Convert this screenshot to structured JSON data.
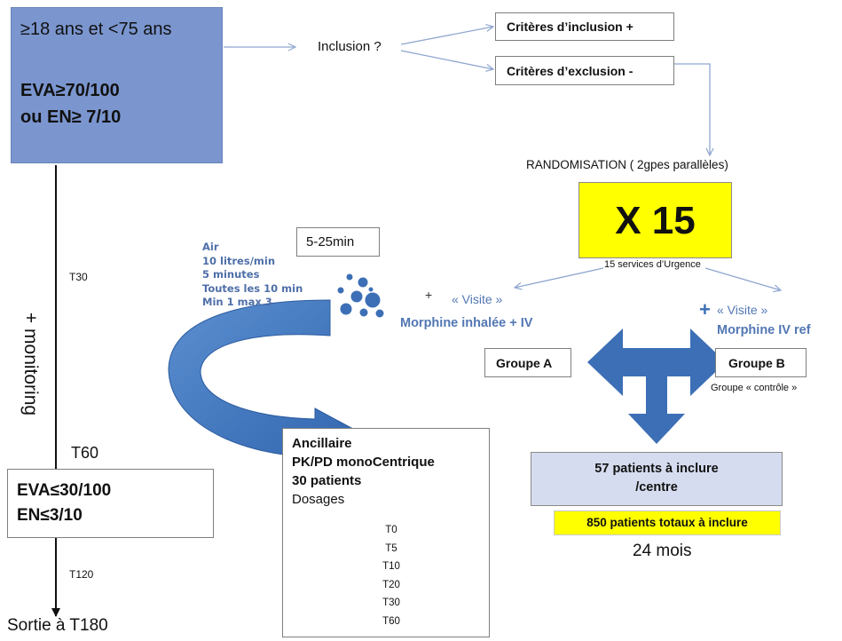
{
  "colors": {
    "blue_box": "#7b96cf",
    "arrow_blue": "#3c6fb6",
    "line_blue": "#8ea6cf",
    "yellow": "#ffff00",
    "light_blue_box": "#d5dcef",
    "text_blue": "#5277b3"
  },
  "criteria_box": {
    "age": "≥18 ans et <75 ans",
    "eva": "EVA≥70/100",
    "en": "ou EN≥ 7/10"
  },
  "inclusion_question": "Inclusion ?",
  "inclusion_criteria": "Critères d’inclusion +",
  "exclusion_criteria": "Critères d’exclusion -",
  "randomisation": "RANDOMISATION ( 2gpes parallèles)",
  "multiplier": "X 15",
  "services": "15 services d’Urgence",
  "time_window": "5-25min",
  "air_protocol": [
    "Air",
    "10 litres/min",
    "5 minutes",
    "Toutes les 10 min",
    "Min 1 max 3"
  ],
  "visit_a": {
    "marker": "+",
    "label": "« Visite »",
    "treatment": "Morphine inhalée + IV"
  },
  "visit_b": {
    "marker": "+",
    "label": "« Visite »",
    "treatment": "Morphine IV ref"
  },
  "group_a": "Groupe A",
  "group_b": "Groupe B",
  "control_group": "Groupe « contrôle »",
  "patients_per_center": [
    "57 patients à inclure",
    "/centre"
  ],
  "total_patients": "850 patients totaux à inclure",
  "duration": "24 mois",
  "timeline": {
    "monitoring": "+ monitoring",
    "t30": "T30",
    "t60": "T60",
    "t120": "T120",
    "exit": "Sortie à T180"
  },
  "outcome_box": {
    "eva": "EVA≤30/100",
    "en": "EN≤3/10"
  },
  "ancillary": {
    "title": "Ancillaire",
    "study": "PK/PD monoCentrique",
    "patients": "30 patients",
    "dosages": "Dosages",
    "times": [
      "T0",
      "T5",
      "T10",
      "T20",
      "T30",
      "T60"
    ]
  }
}
